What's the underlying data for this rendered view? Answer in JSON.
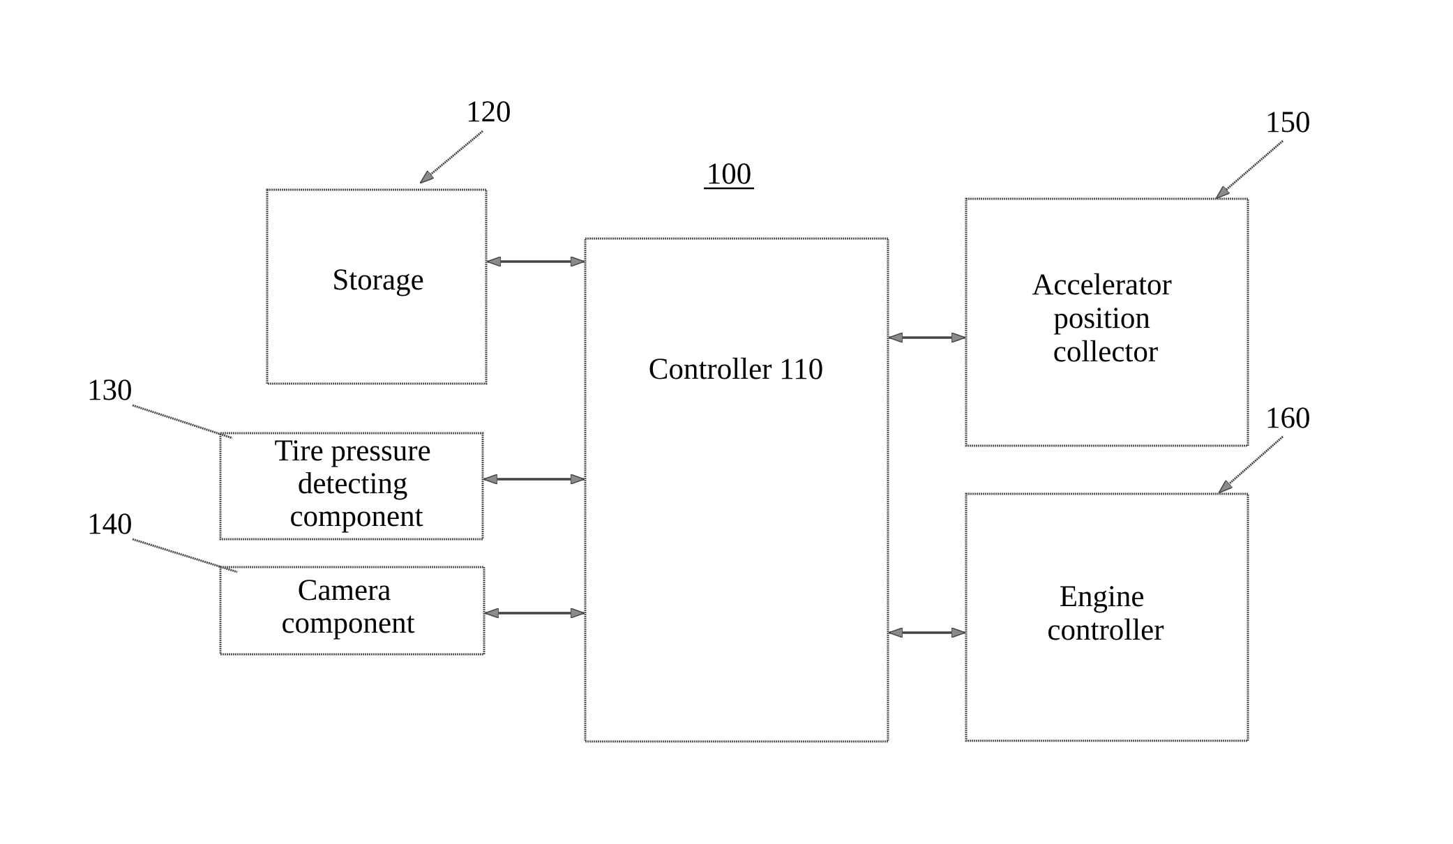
{
  "system": {
    "ref": "100"
  },
  "blocks": {
    "controller": {
      "lines": [
        "Controller 110"
      ]
    },
    "storage": {
      "lines": [
        "Storage"
      ],
      "ref": "120"
    },
    "tire": {
      "lines": [
        "Tire pressure",
        "detecting",
        "component"
      ],
      "ref": "130"
    },
    "camera": {
      "lines": [
        "Camera",
        "component"
      ],
      "ref": "140"
    },
    "accelerator": {
      "lines": [
        "Accelerator",
        "position",
        "collector"
      ],
      "ref": "150"
    },
    "engine": {
      "lines": [
        "Engine",
        "controller"
      ],
      "ref": "160"
    }
  },
  "connections": [
    {
      "from": "storage",
      "to": "controller",
      "type": "bidirectional"
    },
    {
      "from": "tire",
      "to": "controller",
      "type": "bidirectional"
    },
    {
      "from": "camera",
      "to": "controller",
      "type": "bidirectional"
    },
    {
      "from": "controller",
      "to": "accelerator",
      "type": "bidirectional"
    },
    {
      "from": "controller",
      "to": "engine",
      "type": "bidirectional"
    }
  ]
}
